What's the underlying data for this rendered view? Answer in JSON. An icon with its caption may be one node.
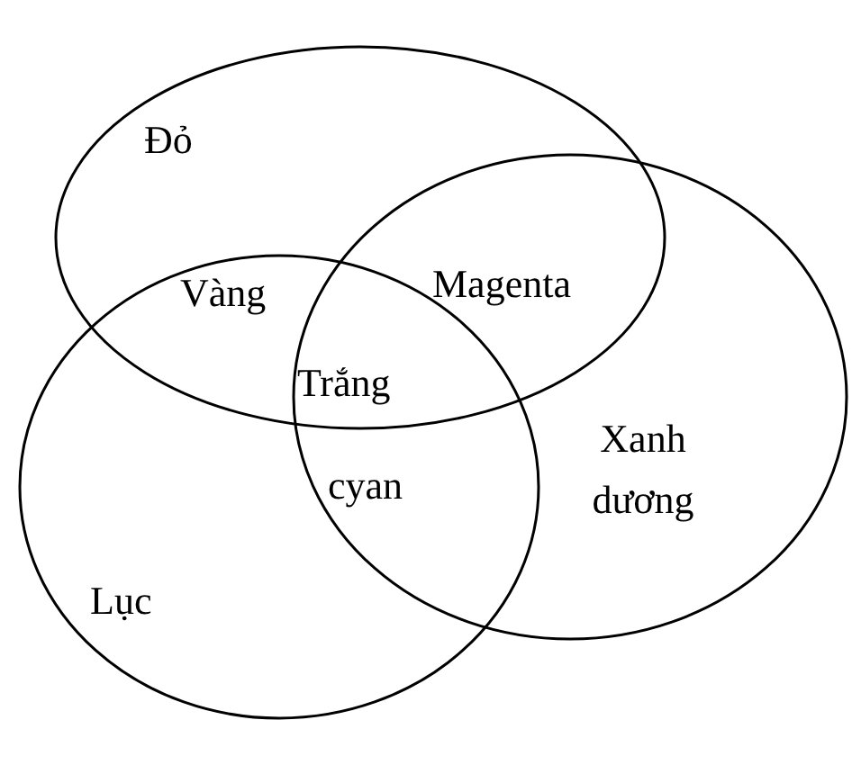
{
  "diagram": {
    "nodes": [
      {
        "text": [
          "Đỏ"
        ]
      },
      {
        "text": [
          "Lục"
        ]
      },
      {
        "text": [
          "Xanh dương"
        ]
      }
    ],
    "labels": [
      "Vàng",
      "Magenta",
      "Trắng",
      "cyan"
    ]
  }
}
